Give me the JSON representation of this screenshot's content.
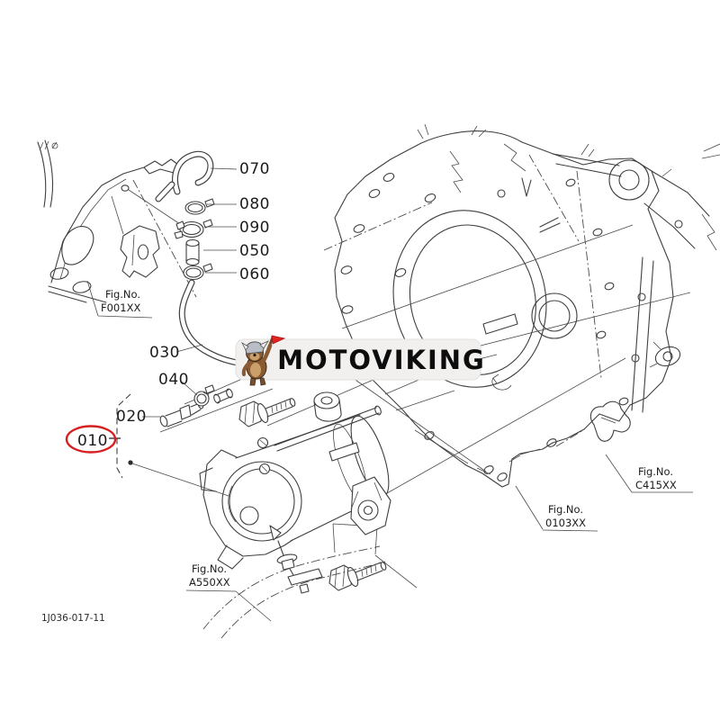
{
  "page": {
    "background": "#ffffff",
    "line_color": "#3f3f3f"
  },
  "watermark": {
    "text": "MOTOVIKING",
    "badge_color": "#f2f0ee",
    "text_color": "#0d0d0d",
    "mascot_icon": "viking-dog-mascot",
    "flag_color": "#e32222",
    "helmet_color": "#b9bec6",
    "fur_color": "#8a5a33"
  },
  "callouts": {
    "parts": [
      {
        "id": "070"
      },
      {
        "id": "080"
      },
      {
        "id": "090"
      },
      {
        "id": "050"
      },
      {
        "id": "060"
      },
      {
        "id": "030"
      },
      {
        "id": "040"
      },
      {
        "id": "020"
      },
      {
        "id": "010"
      }
    ],
    "highlighted_part": "010",
    "highlight_color": "#d61f1f"
  },
  "figure_references": [
    {
      "label": "Fig.No.",
      "code": "F001XX"
    },
    {
      "label": "Fig.No.",
      "code": "C415XX"
    },
    {
      "label": "Fig.No.",
      "code": "0103XX"
    },
    {
      "label": "Fig.No.",
      "code": "A550XX"
    }
  ],
  "footer": {
    "drawing_number": "1J036-017-11"
  }
}
